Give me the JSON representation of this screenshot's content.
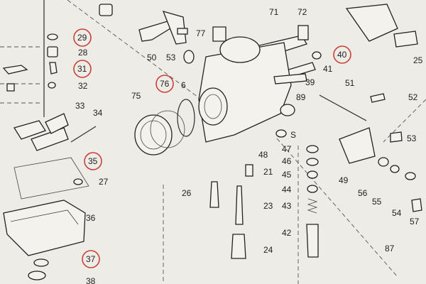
{
  "diagram": {
    "highlight_color": "#c9413b",
    "labels": {
      "l29": "29",
      "l28": "28",
      "l31": "31",
      "l32": "32",
      "l33": "33",
      "l34": "34",
      "l35": "35",
      "l27": "27",
      "l36": "36",
      "l37": "37",
      "l38": "38",
      "l50": "50",
      "l53a": "53",
      "l77": "77",
      "l71": "71",
      "l72": "72",
      "l40": "40",
      "l41": "41",
      "l25": "25",
      "l6": "6",
      "l76": "76",
      "l75": "75",
      "l39": "39",
      "l89": "89",
      "l51": "51",
      "l52": "52",
      "l53b": "53",
      "lS": "S",
      "l47": "47",
      "l46": "46",
      "l45": "45",
      "l44": "44",
      "l43": "43",
      "l42": "42",
      "l48": "48",
      "l21": "21",
      "l26": "26",
      "l23": "23",
      "l24": "24",
      "l49": "49",
      "l56": "56",
      "l55": "55",
      "l54": "54",
      "l57": "57",
      "l87": "87"
    },
    "circled_labels": [
      "29",
      "31",
      "35",
      "37",
      "40",
      "76"
    ]
  }
}
